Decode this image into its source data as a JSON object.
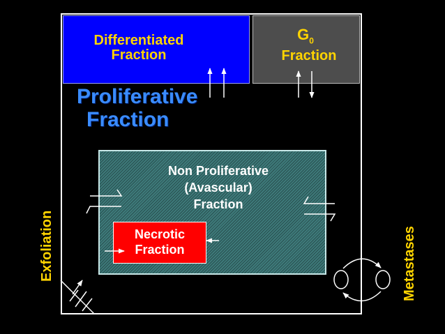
{
  "differentiated": {
    "line1": "Differentiated",
    "line2": "Fraction"
  },
  "g0": {
    "letter": "G",
    "subscript": "0",
    "line2": "Fraction"
  },
  "proliferative": {
    "line1": "Proliferative",
    "line2": "Fraction"
  },
  "non_proliferative": {
    "line1": "Non Proliferative",
    "line2": "(Avascular)",
    "line3": "Fraction"
  },
  "necrotic": {
    "line1": "Necrotic",
    "line2": "Fraction"
  },
  "exfoliation": "Exfoliation",
  "metastases": "Metastases",
  "colors": {
    "differentiated_bg": "#0000ff",
    "g0_bg": "#4d4d4d",
    "label_yellow": "#ffd400",
    "proliferative_blue": "#3a8cff",
    "non_proliferative_bg": "#3e7a7a",
    "necrotic_bg": "#ff0000"
  }
}
